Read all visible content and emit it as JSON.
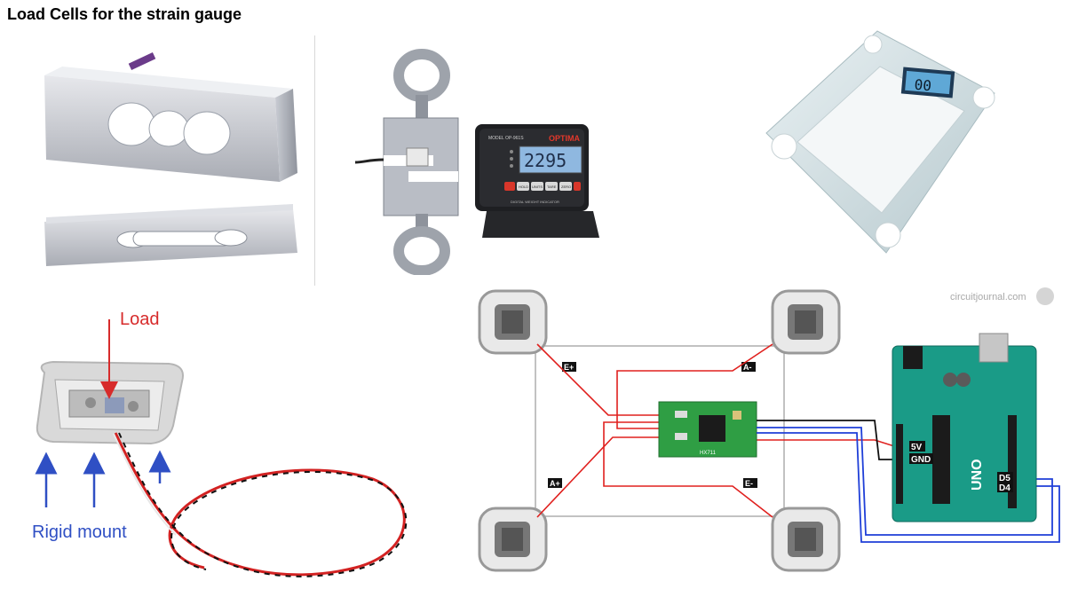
{
  "title": "Load Cells for the strain gauge",
  "indicator": {
    "model": "MODEL OP-961S",
    "brand": "OPTIMA",
    "reading": "2295",
    "keys": [
      "HOLD",
      "UNITS",
      "TARE",
      "ZERO"
    ],
    "plate": "DIGITAL WEIGHT INDICATOR"
  },
  "scale": {
    "reading": "00"
  },
  "load_cell_photo": {
    "load_label": "Load",
    "mount_label": "Rigid mount"
  },
  "wiring": {
    "watermark": "circuitjournal.com",
    "corner_labels": {
      "e_plus": "E+",
      "a_minus": "A-",
      "a_plus": "A+",
      "e_minus": "E-"
    },
    "hx711_label": "HX711",
    "arduino_pins": {
      "vcc": "5V",
      "gnd": "GND",
      "d5": "D5",
      "d4": "D4"
    },
    "arduino_text": "UNO",
    "colors": {
      "red_wire": "#e0201e",
      "blue_wire": "#1f3fd8",
      "black_wire": "#111111",
      "board": "#1a9b87",
      "hx711": "#2f9e44"
    }
  }
}
